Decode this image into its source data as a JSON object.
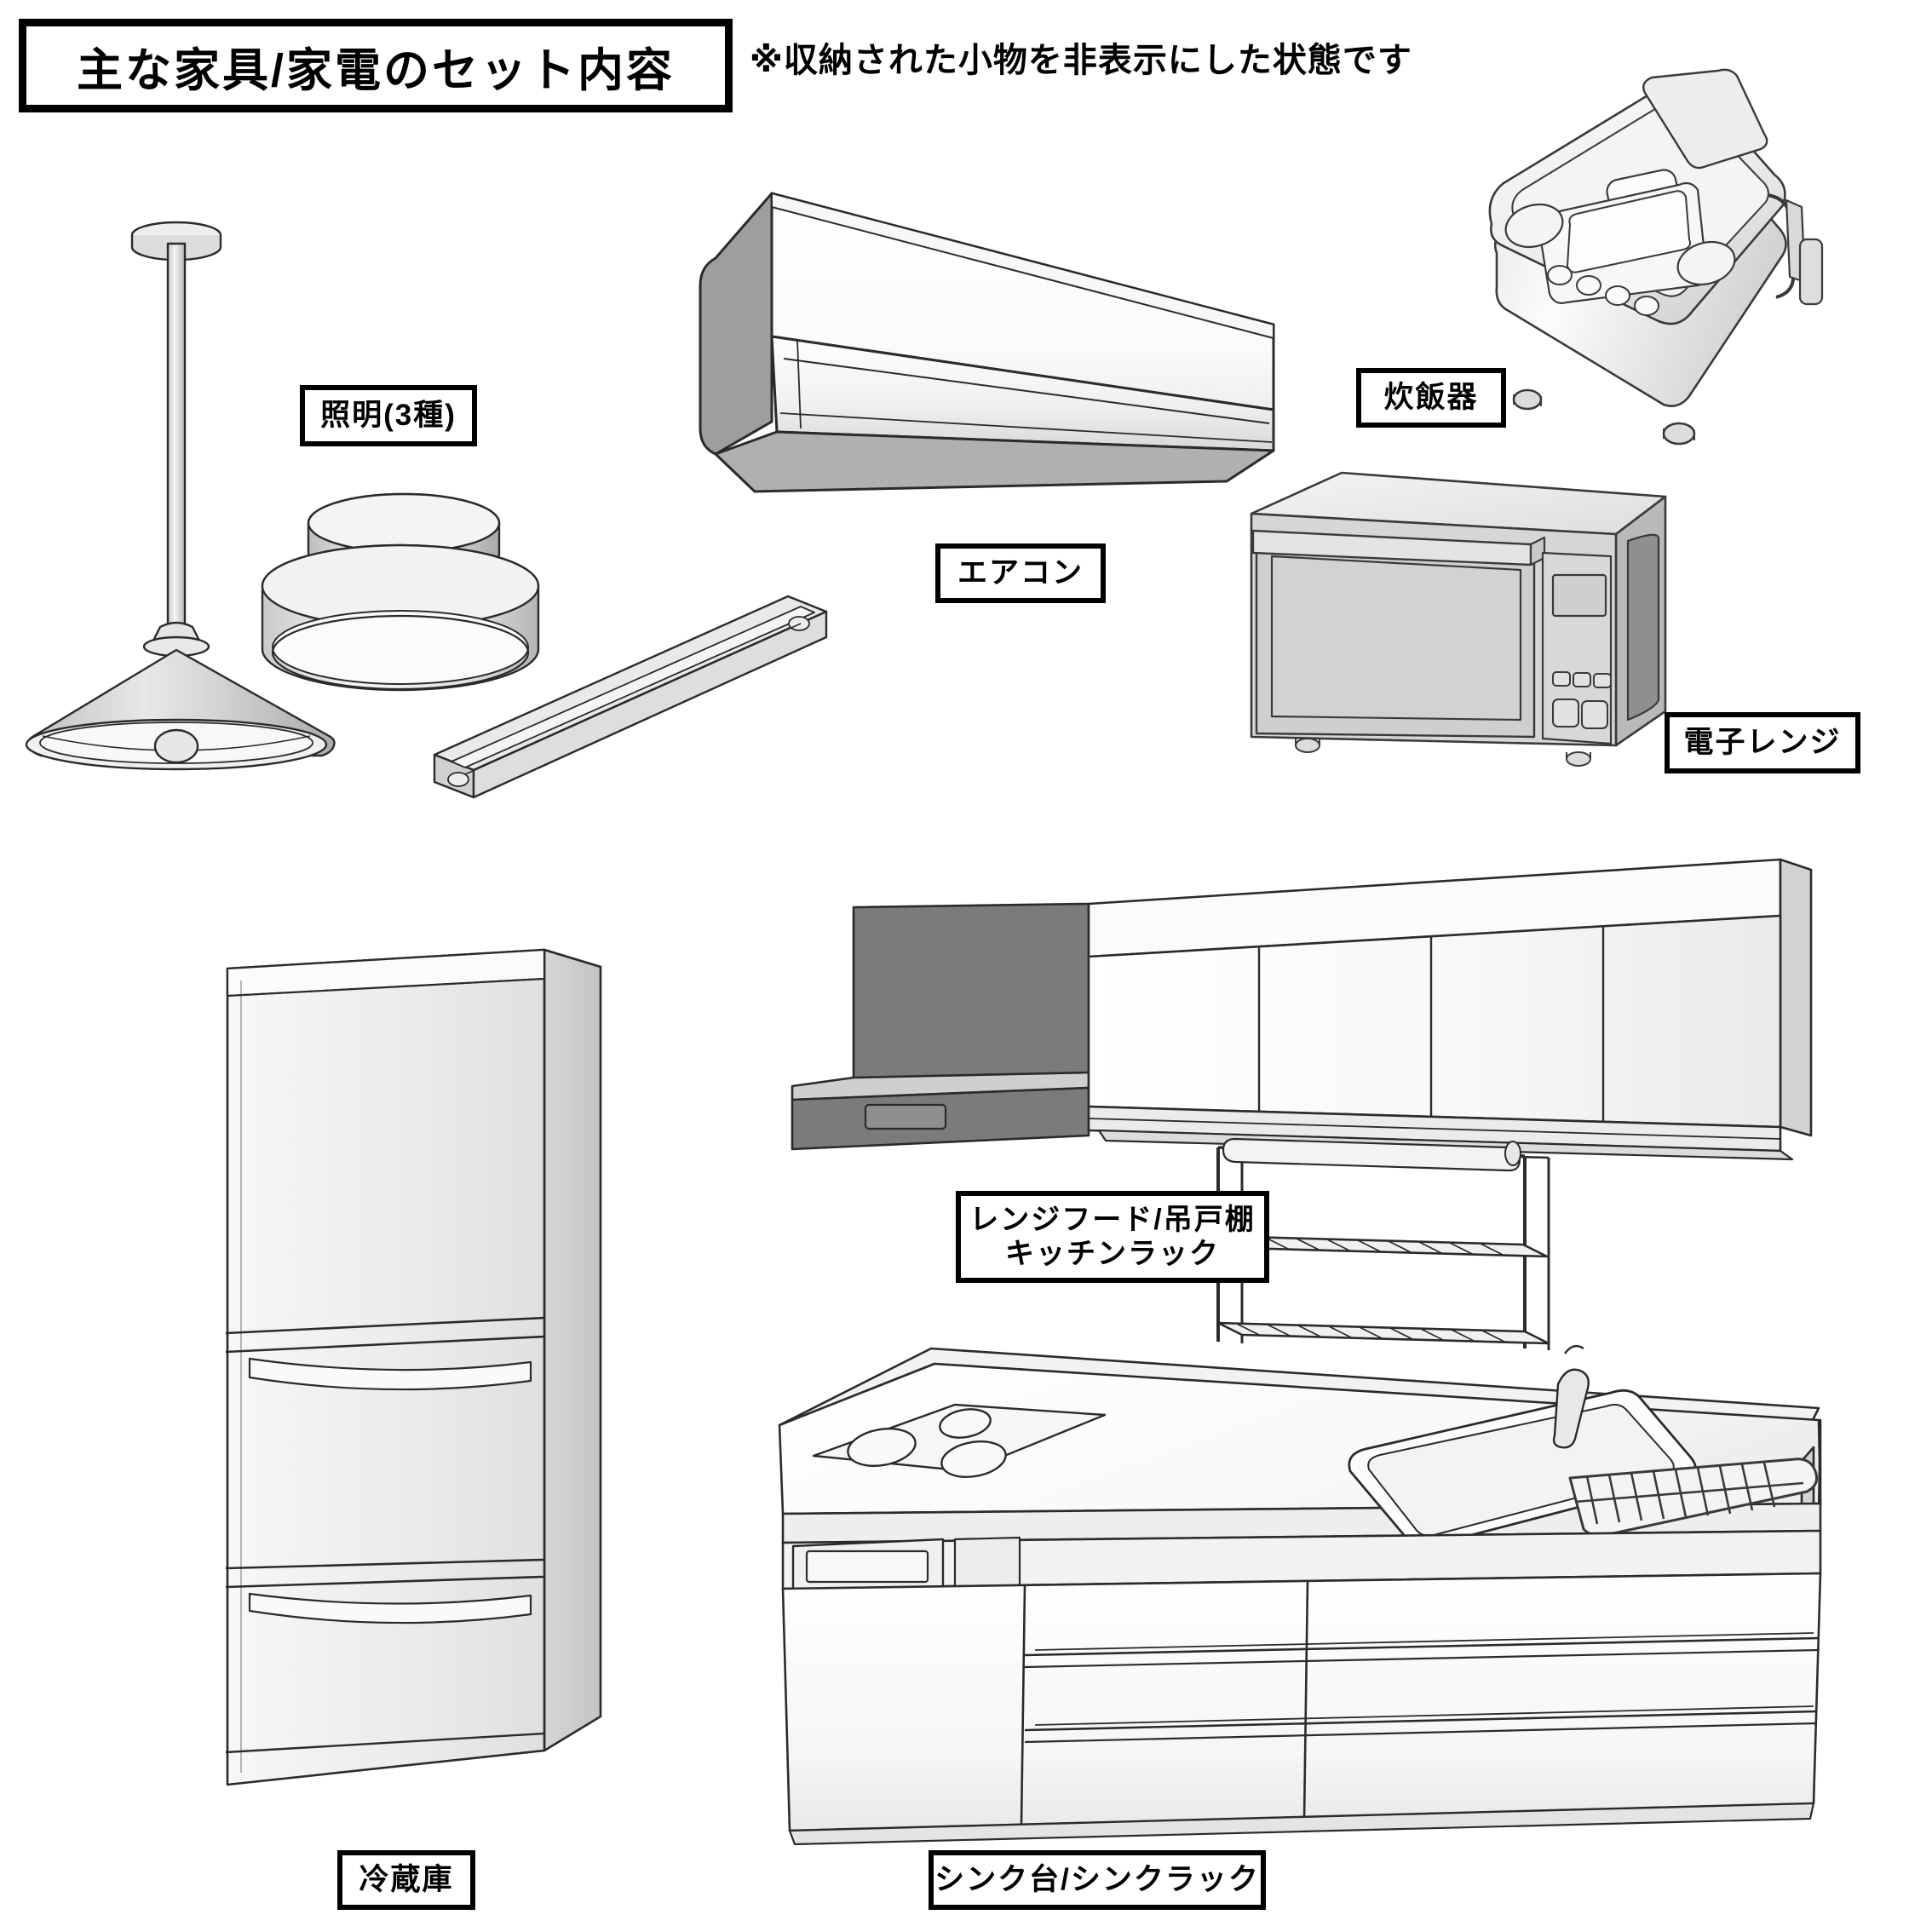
{
  "header": {
    "title": "主な家具/家電のセット内容",
    "note": "※収納された小物を非表示にした状態です"
  },
  "labels": {
    "lighting": "照明(3種)",
    "aircon": "エアコン",
    "rice_cooker": "炊飯器",
    "microwave": "電子レンジ",
    "range_hood_line1": "レンジフード/吊戸棚",
    "range_hood_line2": "キッチンラック",
    "refrigerator": "冷蔵庫",
    "sink": "シンク台/シンクラック"
  },
  "items": [
    {
      "id": "lighting",
      "label": "照明(3種)",
      "kinds": 3,
      "parts": [
        "pendant-lamp",
        "ceiling-light",
        "linear-light"
      ]
    },
    {
      "id": "aircon",
      "label": "エアコン",
      "parts": [
        "wall-air-conditioner"
      ]
    },
    {
      "id": "rice_cooker",
      "label": "炊飯器",
      "parts": [
        "rice-cooker"
      ]
    },
    {
      "id": "microwave",
      "label": "電子レンジ",
      "parts": [
        "microwave-oven"
      ]
    },
    {
      "id": "range_hood",
      "label": "レンジフード/吊戸棚 キッチンラック",
      "parts": [
        "range-hood",
        "wall-cabinet",
        "kitchen-rack"
      ]
    },
    {
      "id": "refrigerator",
      "label": "冷蔵庫",
      "parts": [
        "three-door-refrigerator"
      ]
    },
    {
      "id": "sink",
      "label": "シンク台/シンクラック",
      "parts": [
        "sink-counter",
        "sink-rack",
        "cooktop",
        "faucet"
      ]
    }
  ],
  "colors": {
    "outline": "#2b2b2b",
    "body_light": "#f2f2f2",
    "body_mid": "#dcdcdc",
    "body_shade": "#c3c3c3",
    "dark_panel": "#8a8a8a",
    "hood_dark": "#7b7b7b",
    "wire_dark": "#3a3a3a",
    "label_border": "#000000",
    "background": "#ffffff"
  }
}
